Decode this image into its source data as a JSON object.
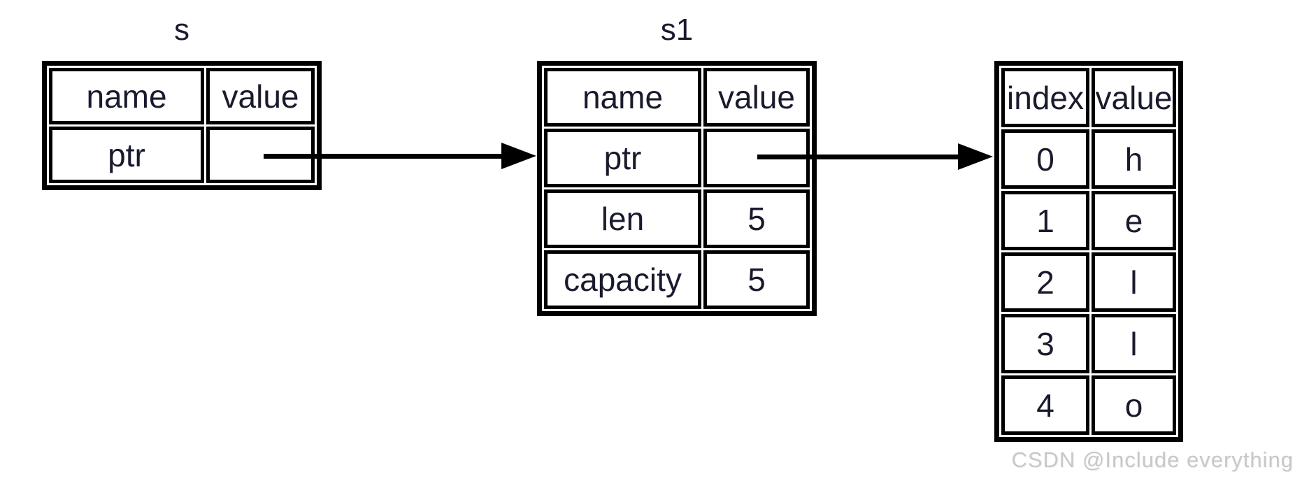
{
  "tables": {
    "s": {
      "title": "s",
      "headers": {
        "col1": "name",
        "col2": "value"
      },
      "rows": [
        {
          "name": "ptr",
          "value": ""
        }
      ]
    },
    "s1": {
      "title": "s1",
      "headers": {
        "col1": "name",
        "col2": "value"
      },
      "rows": [
        {
          "name": "ptr",
          "value": ""
        },
        {
          "name": "len",
          "value": "5"
        },
        {
          "name": "capacity",
          "value": "5"
        }
      ]
    },
    "heap": {
      "headers": {
        "col1": "index",
        "col2": "value"
      },
      "rows": [
        {
          "index": "0",
          "value": "h"
        },
        {
          "index": "1",
          "value": "e"
        },
        {
          "index": "2",
          "value": "l"
        },
        {
          "index": "3",
          "value": "l"
        },
        {
          "index": "4",
          "value": "o"
        }
      ]
    }
  },
  "arrows": [
    {
      "id": "s-ptr-to-s1"
    },
    {
      "id": "s1-ptr-to-heap-0"
    }
  ],
  "watermark": "CSDN @Include everything",
  "colors": {
    "line": "#000000",
    "text": "#1a1a2e",
    "watermark": "#c8c8c8",
    "background": "#ffffff"
  }
}
